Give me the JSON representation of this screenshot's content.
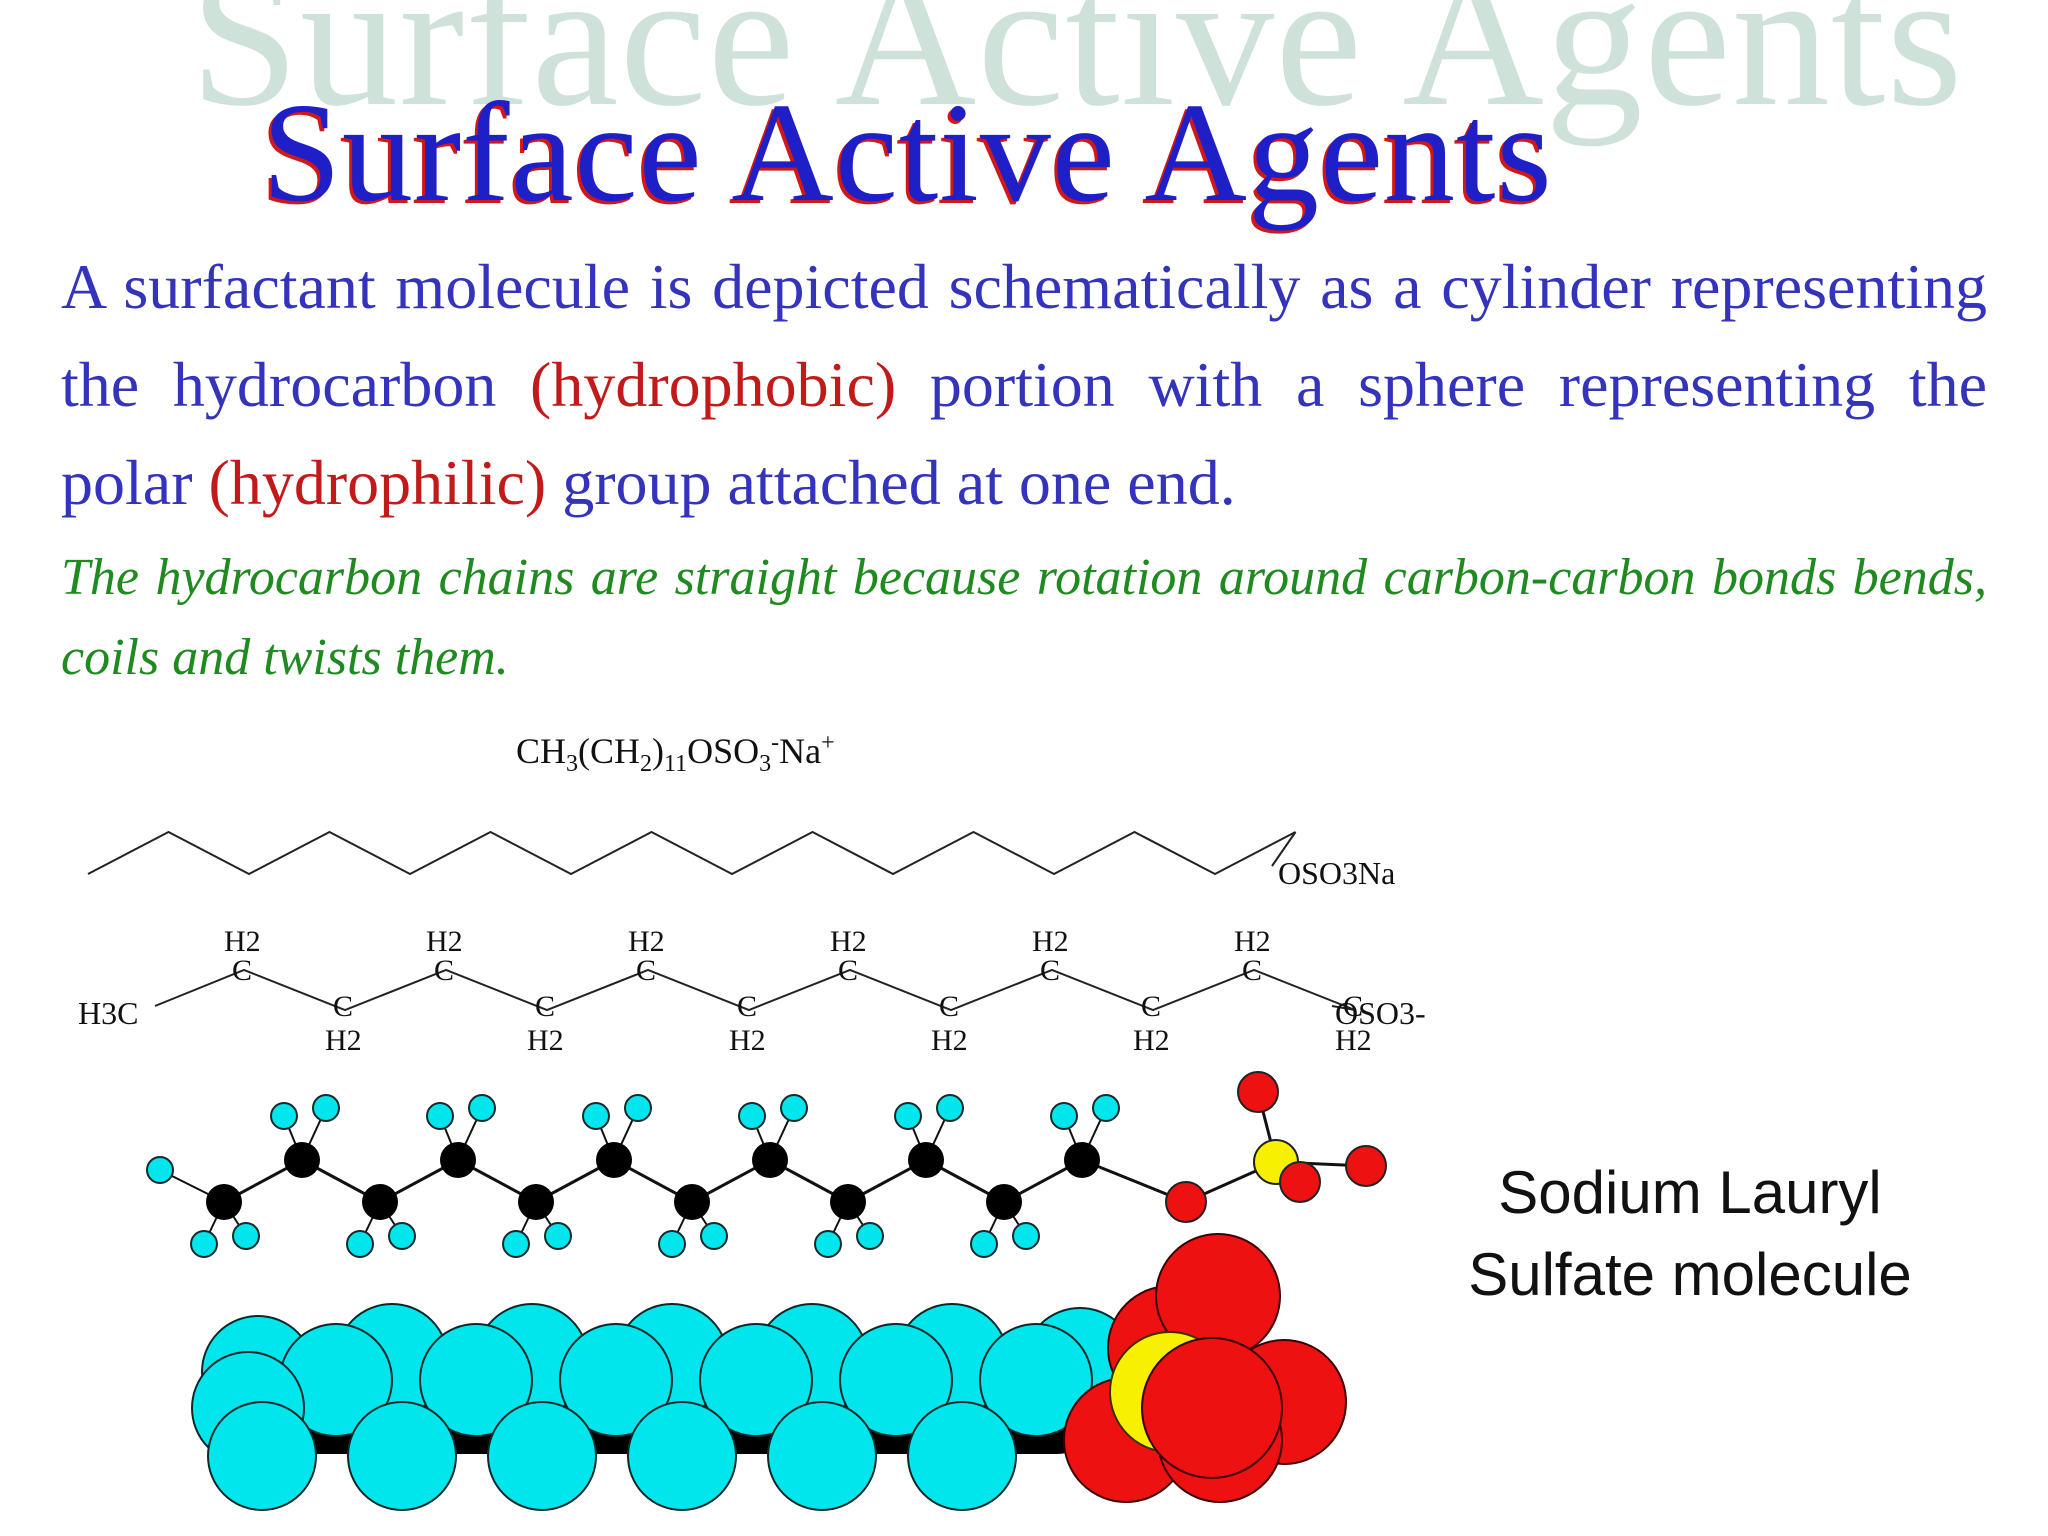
{
  "slide": {
    "watermark_text": "Surface Active Agents",
    "title": "Surface Active Agents",
    "paragraph": {
      "part1": "A surfactant molecule is depicted schematically as a cylinder representing the hydrocarbon ",
      "highlight1": "(hydrophobic)",
      "part2": " portion with a sphere representing the polar ",
      "highlight2": "(hydrophilic)",
      "part3": " group attached at one end."
    },
    "note": "The hydrocarbon chains are straight because rotation around carbon-carbon bonds bends, coils and twists them.",
    "caption_line1": "Sodium Lauryl",
    "caption_line2": "Sulfate molecule"
  },
  "formula": {
    "a": "CH",
    "s1": "3",
    "b": "(CH",
    "s2": "2",
    "c": ")",
    "s3": "11",
    "d": "OSO",
    "s4": "3",
    "sup1": "-",
    "e": "Na",
    "sup2": "+"
  },
  "skeletal": {
    "end_group": "OSO3Na"
  },
  "structural": {
    "start_group": "H3C",
    "methylene_label": "H2",
    "carbon_label": "C",
    "end_group": "OSO3-"
  },
  "colors": {
    "hydrogen": "#00e6ec",
    "carbon": "#000000",
    "oxygen": "#ee1111",
    "sulfur": "#f7f000",
    "title_blue": "#1f1fc8",
    "title_shadow": "#d01818",
    "body_blue": "#3333bb",
    "highlight_red": "#c21a1a",
    "note_green": "#1f8a1f"
  }
}
